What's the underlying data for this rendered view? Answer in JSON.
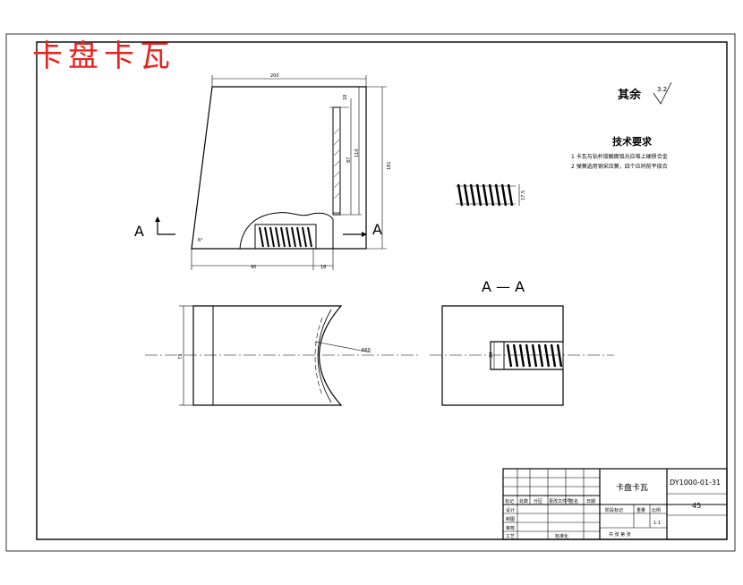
{
  "drawing": {
    "red_title": "卡盘卡瓦",
    "surface_note": {
      "label": "其余",
      "value": "3.2"
    },
    "tech_requirements": {
      "title": "技术要求",
      "items": [
        "1 卡瓦与钻杆接触面弧光应堆上硬质合金",
        "2 弹簧选用钢采压簧，四个应同前平接合"
      ]
    },
    "section_view_label": "A — A",
    "section_marker": "A",
    "dimensions": {
      "top_width": "200",
      "right_height": "181",
      "left_width": "90",
      "right_width": "18",
      "slot_top": "18",
      "slot_mid": "87",
      "slot_depth": "110",
      "angle": "6°",
      "spring_dim": "17.5",
      "view_height": "73",
      "radius": "R60",
      "section_dim": "24"
    },
    "title_block": {
      "part_name": "卡盘卡瓦",
      "drawing_no": "DY1000-01-31",
      "material": "45",
      "scale": "1:1",
      "headers": [
        "标记",
        "处数",
        "分区",
        "更改文件号",
        "签名",
        "日期"
      ],
      "rows": [
        "设计",
        "制图",
        "审核",
        "工艺"
      ],
      "std_label": "标准化",
      "stage_labels": [
        "阶段标记",
        "重量",
        "比例"
      ],
      "sheet_info": "共 张  第 张"
    }
  }
}
